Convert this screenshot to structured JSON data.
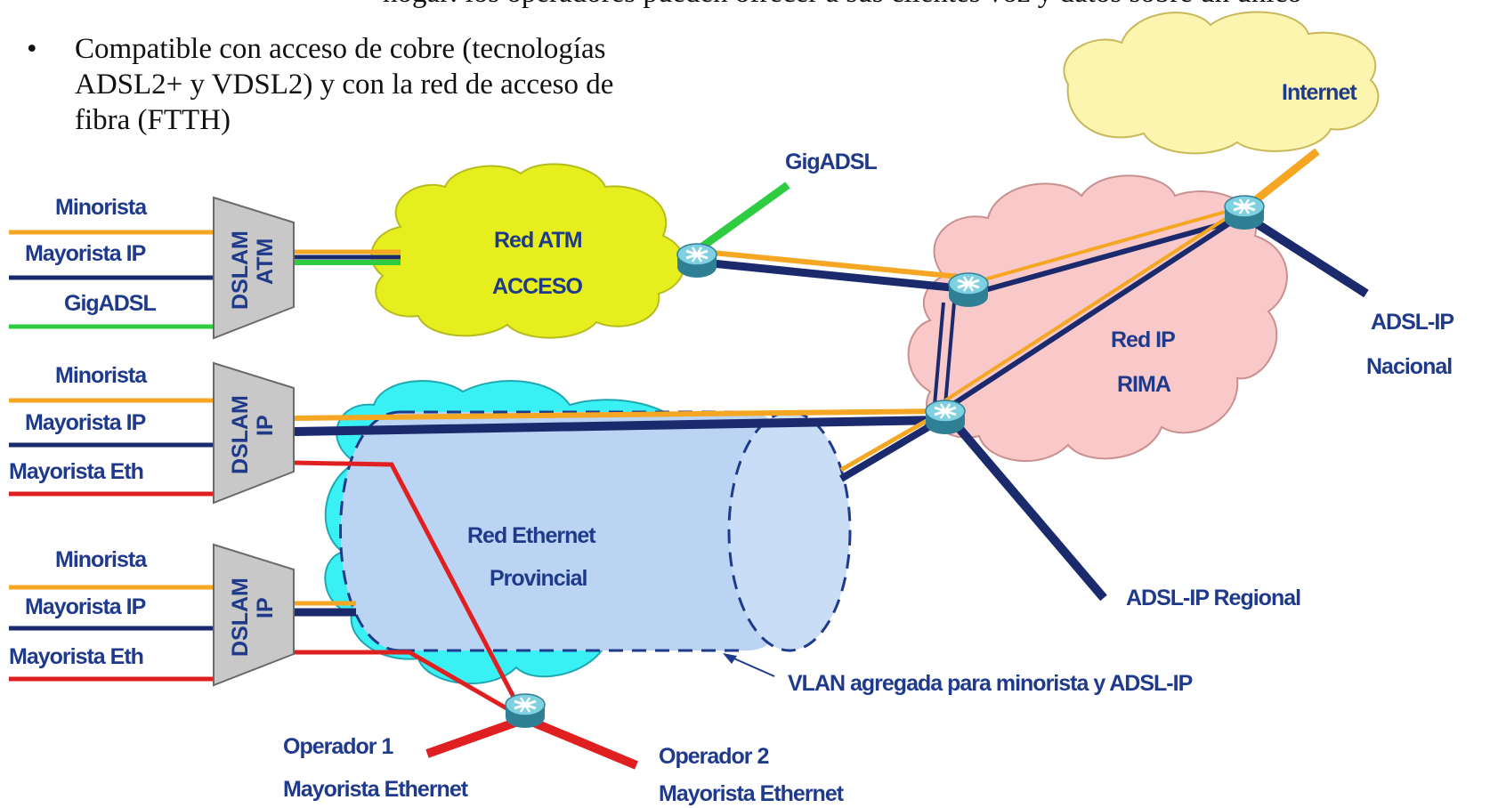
{
  "slide": {
    "top_cut_text": "hogar: los operadores pueden ofrecer a sus clientes voz y datos sobre un único",
    "bullet_symbol": "•",
    "bullet_text": "Compatible con acceso de cobre (tecnologías ADSL2+ y VDSL2) y con la red de acceso de fibra (FTTH)"
  },
  "diagram": {
    "internet": "Internet",
    "gigadsl_top": "GigADSL",
    "red_atm_1": "Red ATM",
    "red_atm_2": "ACCESO",
    "red_ip_1": "Red IP",
    "red_ip_2": "RIMA",
    "adsl_ip_nacional_1": "ADSL-IP",
    "adsl_ip_nacional_2": "Nacional",
    "adsl_ip_regional": "ADSL-IP Regional",
    "red_eth_1": "Red Ethernet",
    "red_eth_2": "Provincial",
    "vlan": "VLAN agregada para minorista y ADSL-IP",
    "op1_1": "Operador 1",
    "op1_2": "Mayorista Ethernet",
    "op2_1": "Operador 2",
    "op2_2": "Mayorista Ethernet",
    "dslam1": {
      "name": "DSLAM",
      "type": "ATM",
      "lines": [
        "Minorista",
        "Mayorista IP",
        "GigADSL"
      ]
    },
    "dslam2": {
      "name": "DSLAM",
      "type": "IP",
      "lines": [
        "Minorista",
        "Mayorista IP",
        "Mayorista Eth"
      ]
    },
    "dslam3": {
      "name": "DSLAM",
      "type": "IP",
      "lines": [
        "Minorista",
        "Mayorista IP",
        "Mayorista Eth"
      ]
    }
  },
  "colors": {
    "minorista": "#f5a623",
    "mayorista_ip": "#1a2a6c",
    "gigadsl": "#2ecc40",
    "mayorista_eth": "#e02020",
    "label": "#1f3a8a",
    "atm_cloud": "#e6ee1e",
    "ip_cloud": "#f9c8c8",
    "internet_cloud": "#fbf5b0",
    "eth_cloud": "#39f0f5",
    "cylinder": "#bcd4f3"
  }
}
